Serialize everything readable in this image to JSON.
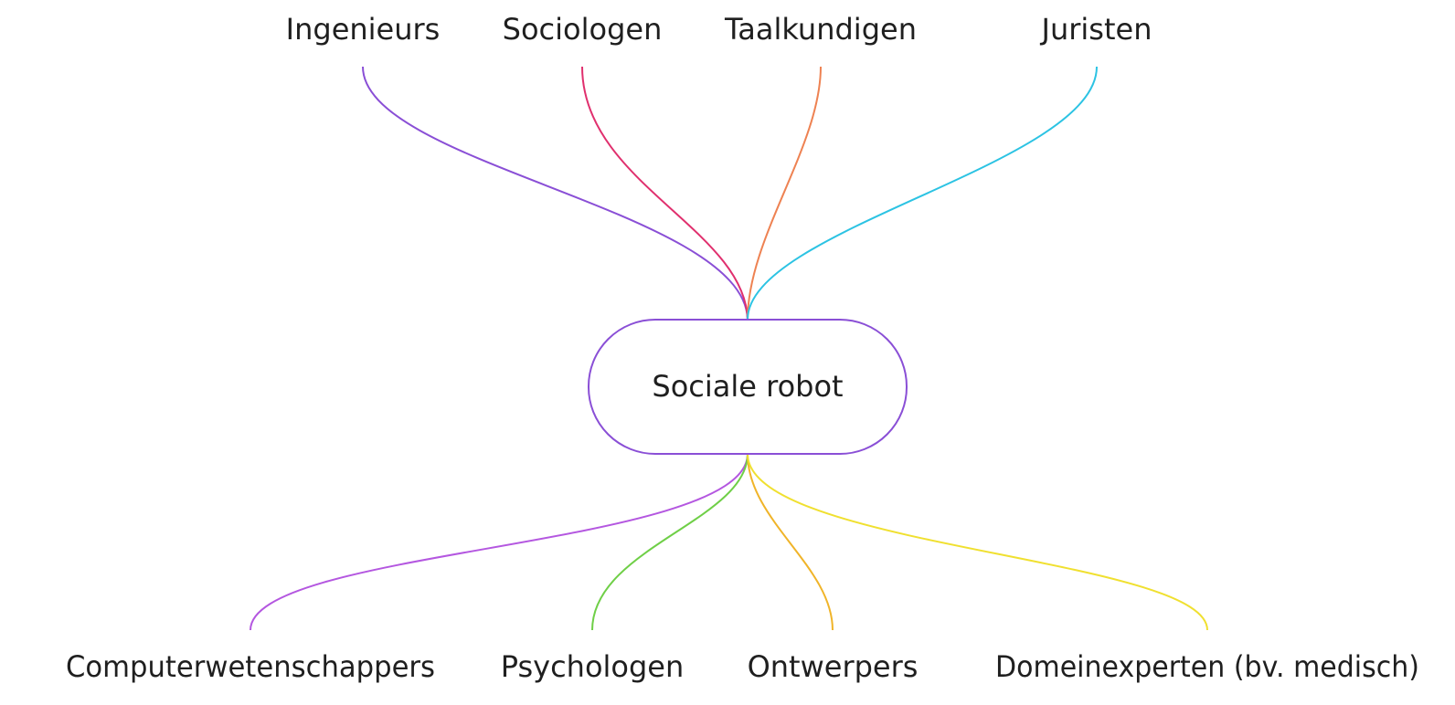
{
  "center": {
    "label": "Sociale robot",
    "border_color": "#8a4fd6"
  },
  "top_disciplines": [
    {
      "label": "Ingenieurs",
      "color": "#8a4fd6"
    },
    {
      "label": "Sociologen",
      "color": "#e0306e"
    },
    {
      "label": "Taalkundigen",
      "color": "#ee8252"
    },
    {
      "label": "Juristen",
      "color": "#2cc3e3"
    }
  ],
  "bottom_disciplines": [
    {
      "label": "Computerwetenschappers",
      "color": "#b457e0"
    },
    {
      "label": "Psychologen",
      "color": "#6fcf47"
    },
    {
      "label": "Ontwerpers",
      "color": "#f0b429"
    },
    {
      "label": "Domeinexperten (bv. medisch)",
      "color": "#f0e030"
    }
  ]
}
